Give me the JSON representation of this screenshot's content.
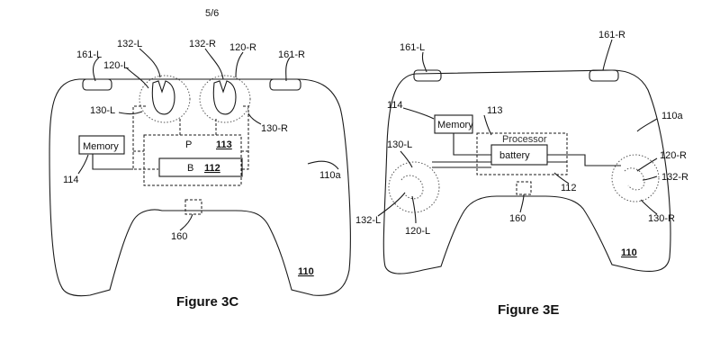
{
  "page_number": "5/6",
  "figure_3c": {
    "caption": "Figure 3C",
    "labels": {
      "l161L": "161-L",
      "l161R": "161-R",
      "l132L": "132-L",
      "l132R": "132-R",
      "l120L": "120-L",
      "l120R": "120-R",
      "l130L": "130-L",
      "l130R": "130-R",
      "memory": "Memory",
      "l114": "114",
      "p": "P",
      "l113": "113",
      "b": "B",
      "l112": "112",
      "l110a": "110a",
      "l160": "160",
      "l110": "110"
    }
  },
  "figure_3e": {
    "caption": "Figure 3E",
    "labels": {
      "l161L": "161-L",
      "l161R": "161-R",
      "l114": "114",
      "memory": "Memory",
      "l113": "113",
      "processor": "Processor",
      "battery": "battery",
      "l112": "112",
      "l110a": "110a",
      "l130L": "130-L",
      "l120R": "120-R",
      "l132R": "132-R",
      "l132L": "132-L",
      "l120L": "120-L",
      "l130R": "130-R",
      "l160": "160",
      "l110": "110"
    }
  }
}
